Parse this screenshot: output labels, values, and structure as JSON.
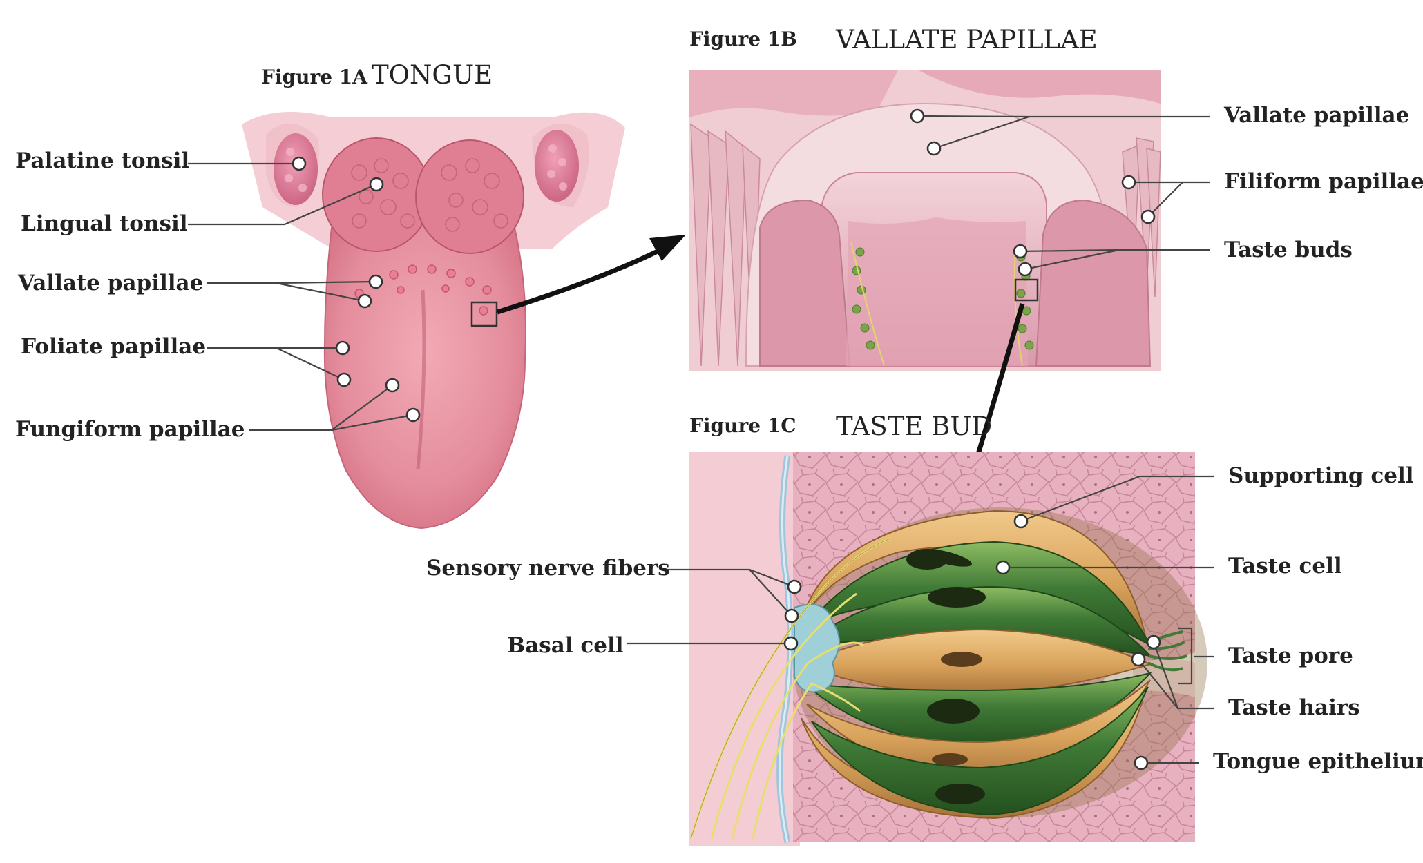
{
  "figure_a": {
    "tag": "Figure 1A",
    "title": "TONGUE",
    "labels": {
      "palatine_tonsil": "Palatine tonsil",
      "lingual_tonsil": "Lingual tonsil",
      "vallate_papillae": "Vallate papillae",
      "foliate_papillae": "Foliate papillae",
      "fungiform_papillae": "Fungiform papillae"
    }
  },
  "figure_b": {
    "tag": "Figure 1B",
    "title": "VALLATE PAPILLAE",
    "labels": {
      "vallate_papillae": "Vallate papillae",
      "filiform_papillae": "Filiform papillae",
      "taste_buds": "Taste buds"
    }
  },
  "figure_c": {
    "tag": "Figure 1C",
    "title": "TASTE BUD",
    "labels": {
      "supporting_cell": "Supporting cell",
      "taste_cell": "Taste cell",
      "sensory_nerve_fibers": "Sensory nerve fibers",
      "basal_cell": "Basal cell",
      "taste_pore": "Taste pore",
      "taste_hairs": "Taste hairs",
      "tongue_epithelium": "Tongue epithelium"
    }
  },
  "colors": {
    "tongue_pink": "#e58c9c",
    "tissue_pink": "#e9b4c0",
    "taste_cell_green": "#3f7a36",
    "supporting_cell_tan": "#d9a35c",
    "basal_cell_blue": "#9fd0d8",
    "nerve_yellow": "#e8de70"
  }
}
